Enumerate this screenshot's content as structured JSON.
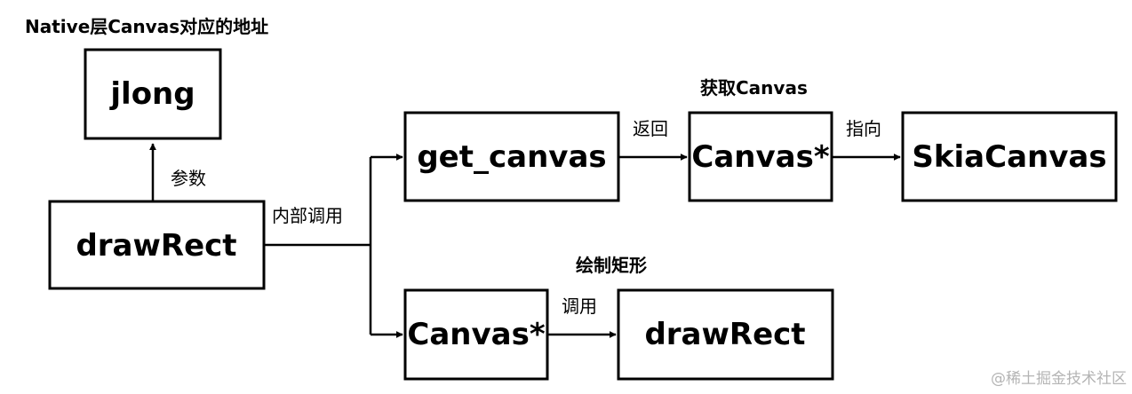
{
  "nodes": {
    "jlong": "jlong",
    "draw_rect_main": "drawRect",
    "get_canvas": "get_canvas",
    "canvas_ptr_top": "Canvas*",
    "skia_canvas": "SkiaCanvas",
    "canvas_ptr_bottom": "Canvas*",
    "draw_rect_bottom": "drawRect"
  },
  "annotations": {
    "jlong_caption": "Native层Canvas对应的地址",
    "canvas_top_caption": "获取Canvas",
    "draw_rect_caption": "绘制矩形"
  },
  "edges": {
    "param": "参数",
    "internal_call": "内部调用",
    "return": "返回",
    "points_to": "指向",
    "call": "调用"
  },
  "watermark": "@稀土掘金技术社区"
}
